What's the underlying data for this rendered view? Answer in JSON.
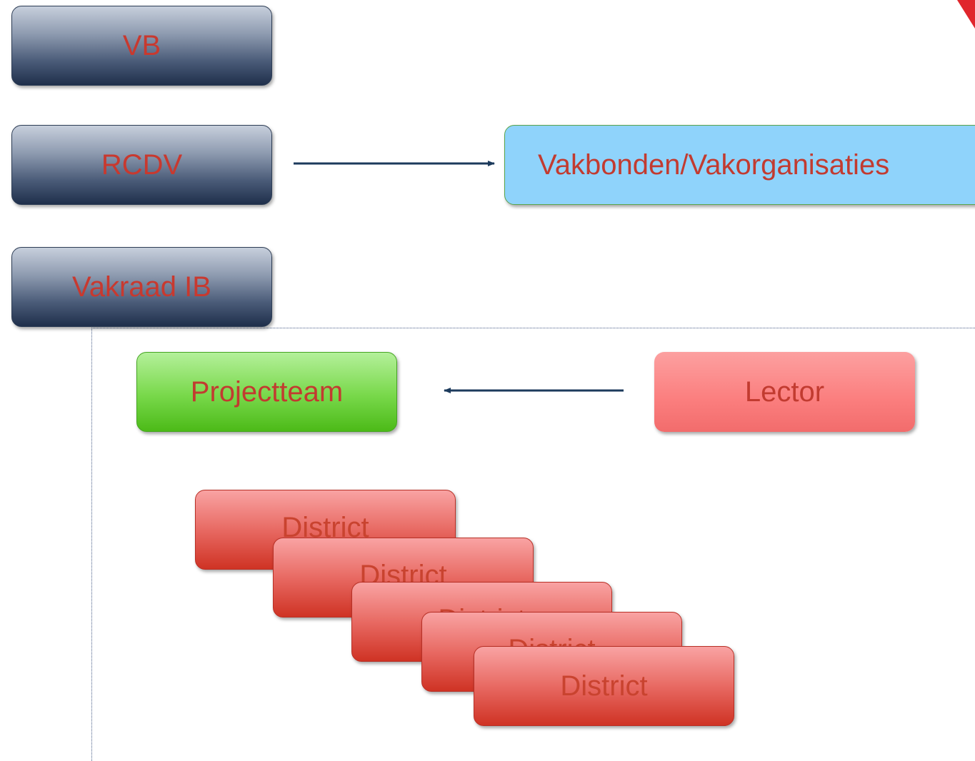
{
  "nodes": {
    "vb": "VB",
    "rcdv": "RCDV",
    "vakraad_ib": "Vakraad IB",
    "vakbonden": "Vakbonden/Vakorganisaties",
    "projectteam": "Projectteam",
    "lector": "Lector",
    "districts": [
      "District",
      "District",
      "District",
      "District",
      "District"
    ]
  },
  "colors": {
    "text": "#c0392b",
    "arrow": "#1c3a5c",
    "navy": "#1f2f4b",
    "blue": "#8fd3fb",
    "green": "#5cc82a",
    "pink": "#fb8a8a",
    "red": "#d8443a",
    "corner_accent": "#e0262c"
  }
}
